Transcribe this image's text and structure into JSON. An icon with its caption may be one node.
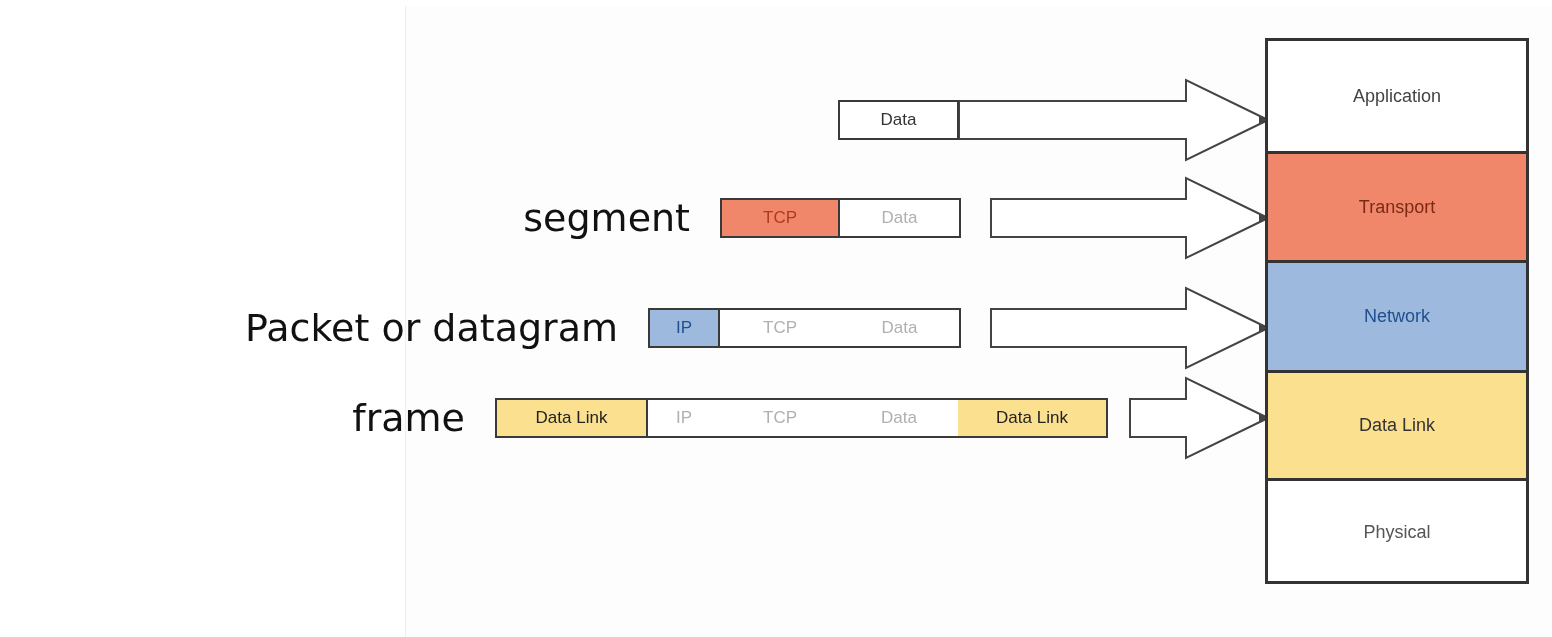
{
  "diagram": {
    "nodes": [
      {
        "text": [
          "Data"
        ]
      },
      {
        "text": [
          "segment"
        ]
      },
      {
        "text": [
          "TCP"
        ],
        "in": 1
      },
      {
        "text": [
          "Data"
        ],
        "in": 1
      },
      {
        "text": [
          "Packet or datagram"
        ]
      },
      {
        "text": [
          "IP"
        ],
        "in": 4
      },
      {
        "text": [
          "TCP"
        ],
        "in": 4
      },
      {
        "text": [
          "Data"
        ],
        "in": 4
      },
      {
        "text": [
          "frame"
        ]
      },
      {
        "text": [
          "Data Link"
        ],
        "in": 8
      },
      {
        "text": [
          "IP"
        ],
        "in": 8
      },
      {
        "text": [
          "TCP"
        ],
        "in": 8
      },
      {
        "text": [
          "Data"
        ],
        "in": 8
      },
      {
        "text": [
          "Data Link"
        ],
        "in": 8
      },
      {
        "text": [],
        "shape": "box"
      },
      {
        "text": [
          "Application"
        ],
        "in": 14
      },
      {
        "text": [
          "Transport"
        ],
        "in": 14
      },
      {
        "text": [
          "Network"
        ],
        "in": 14
      },
      {
        "text": [
          "Data Link"
        ],
        "in": 14
      },
      {
        "text": [
          "Physical"
        ],
        "in": 14
      }
    ],
    "edges": [
      {
        "from": 0,
        "to": 15,
        "arrow": "to"
      },
      {
        "from": 1,
        "to": 16,
        "arrow": "to"
      },
      {
        "from": 4,
        "to": 17,
        "arrow": "to"
      },
      {
        "from": 8,
        "to": 18,
        "arrow": "to"
      }
    ]
  }
}
